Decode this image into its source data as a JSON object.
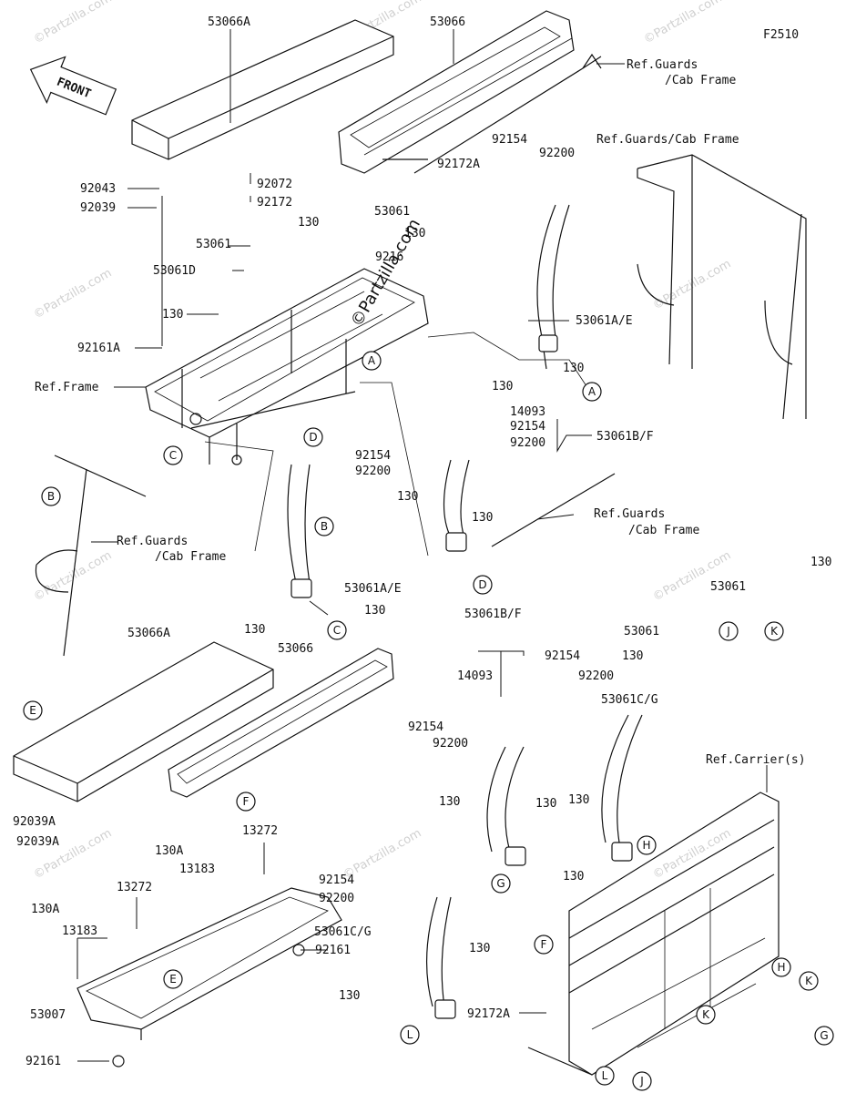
{
  "figure_code": "F2510",
  "front_arrow": "FRONT",
  "watermark": "©Partzilla.com",
  "part_labels": [
    {
      "id": "lbl-53066a-top",
      "text": "53066A"
    },
    {
      "id": "lbl-53066-top",
      "text": "53066"
    },
    {
      "id": "lbl-ref-guards-1a",
      "text": "Ref.Guards"
    },
    {
      "id": "lbl-ref-guards-1b",
      "text": "/Cab Frame"
    },
    {
      "id": "lbl-ref-guards-2",
      "text": "Ref.Guards/Cab Frame"
    },
    {
      "id": "lbl-92154-a",
      "text": "92154"
    },
    {
      "id": "lbl-92200-a",
      "text": "92200"
    },
    {
      "id": "lbl-92172a-a",
      "text": "92172A"
    },
    {
      "id": "lbl-92043",
      "text": "92043"
    },
    {
      "id": "lbl-92039",
      "text": "92039"
    },
    {
      "id": "lbl-92072",
      "text": "92072"
    },
    {
      "id": "lbl-92172",
      "text": "92172"
    },
    {
      "id": "lbl-53061-a",
      "text": "53061"
    },
    {
      "id": "lbl-130-a",
      "text": "130"
    },
    {
      "id": "lbl-130-b",
      "text": "130"
    },
    {
      "id": "lbl-53061-b",
      "text": "53061"
    },
    {
      "id": "lbl-9216x",
      "text": "9216"
    },
    {
      "id": "lbl-53061d",
      "text": "53061D"
    },
    {
      "id": "lbl-130-c",
      "text": "130"
    },
    {
      "id": "lbl-92161a",
      "text": "92161A"
    },
    {
      "id": "lbl-ref-frame",
      "text": "Ref.Frame"
    },
    {
      "id": "lbl-53061ae-a",
      "text": "53061A/E"
    },
    {
      "id": "lbl-130-d",
      "text": "130"
    },
    {
      "id": "lbl-130-e",
      "text": "130"
    },
    {
      "id": "lbl-14093-a",
      "text": "14093"
    },
    {
      "id": "lbl-92154-b",
      "text": "92154"
    },
    {
      "id": "lbl-92200-b",
      "text": "92200"
    },
    {
      "id": "lbl-53061bf-a",
      "text": "53061B/F"
    },
    {
      "id": "lbl-92154-c",
      "text": "92154"
    },
    {
      "id": "lbl-92200-c",
      "text": "92200"
    },
    {
      "id": "lbl-ref-guards-3a",
      "text": "Ref.Guards"
    },
    {
      "id": "lbl-ref-guards-3b",
      "text": "/Cab Frame"
    },
    {
      "id": "lbl-130-f",
      "text": "130"
    },
    {
      "id": "lbl-130-g",
      "text": "130"
    },
    {
      "id": "lbl-ref-guards-4a",
      "text": "Ref.Guards"
    },
    {
      "id": "lbl-ref-guards-4b",
      "text": "/Cab Frame"
    },
    {
      "id": "lbl-53061ae-b",
      "text": "53061A/E"
    },
    {
      "id": "lbl-130-h",
      "text": "130"
    },
    {
      "id": "lbl-130-i",
      "text": "130"
    },
    {
      "id": "lbl-130-j",
      "text": "130"
    },
    {
      "id": "lbl-53061-c",
      "text": "53061"
    },
    {
      "id": "lbl-53061-d",
      "text": "53061"
    },
    {
      "id": "lbl-130-k",
      "text": "130"
    },
    {
      "id": "lbl-53061bf-b",
      "text": "53061B/F"
    },
    {
      "id": "lbl-92154-d",
      "text": "92154"
    },
    {
      "id": "lbl-92200-d",
      "text": "92200"
    },
    {
      "id": "lbl-53061cg-a",
      "text": "53061C/G"
    },
    {
      "id": "lbl-53066a-bot",
      "text": "53066A"
    },
    {
      "id": "lbl-53066-bot",
      "text": "53066"
    },
    {
      "id": "lbl-14093-b",
      "text": "14093"
    },
    {
      "id": "lbl-92154-e",
      "text": "92154"
    },
    {
      "id": "lbl-92200-e",
      "text": "92200"
    },
    {
      "id": "lbl-ref-carrier",
      "text": "Ref.Carrier(s)"
    },
    {
      "id": "lbl-130-l",
      "text": "130"
    },
    {
      "id": "lbl-130-m",
      "text": "130"
    },
    {
      "id": "lbl-130-n",
      "text": "130"
    },
    {
      "id": "lbl-130-o",
      "text": "130"
    },
    {
      "id": "lbl-92039a-a",
      "text": "92039A"
    },
    {
      "id": "lbl-92039a-b",
      "text": "92039A"
    },
    {
      "id": "lbl-130a-a",
      "text": "130A"
    },
    {
      "id": "lbl-13183-a",
      "text": "13183"
    },
    {
      "id": "lbl-13272-a",
      "text": "13272"
    },
    {
      "id": "lbl-13272-b",
      "text": "13272"
    },
    {
      "id": "lbl-130a-b",
      "text": "130A"
    },
    {
      "id": "lbl-13183-b",
      "text": "13183"
    },
    {
      "id": "lbl-92154-f",
      "text": "92154"
    },
    {
      "id": "lbl-92200-f",
      "text": "92200"
    },
    {
      "id": "lbl-53061cg-b",
      "text": "53061C/G"
    },
    {
      "id": "lbl-92161-a",
      "text": "92161"
    },
    {
      "id": "lbl-130-p",
      "text": "130"
    },
    {
      "id": "lbl-130-q",
      "text": "130"
    },
    {
      "id": "lbl-92172a-b",
      "text": "92172A"
    },
    {
      "id": "lbl-53007",
      "text": "53007"
    },
    {
      "id": "lbl-92161-b",
      "text": "92161"
    }
  ],
  "callouts": [
    {
      "id": "co-a1",
      "text": "A"
    },
    {
      "id": "co-a2",
      "text": "A"
    },
    {
      "id": "co-b1",
      "text": "B"
    },
    {
      "id": "co-b2",
      "text": "B"
    },
    {
      "id": "co-c1",
      "text": "C"
    },
    {
      "id": "co-c2",
      "text": "C"
    },
    {
      "id": "co-d1",
      "text": "D"
    },
    {
      "id": "co-d2",
      "text": "D"
    },
    {
      "id": "co-e1",
      "text": "E"
    },
    {
      "id": "co-e2",
      "text": "E"
    },
    {
      "id": "co-f1",
      "text": "F"
    },
    {
      "id": "co-f2",
      "text": "F"
    },
    {
      "id": "co-g1",
      "text": "G"
    },
    {
      "id": "co-g2",
      "text": "G"
    },
    {
      "id": "co-h1",
      "text": "H"
    },
    {
      "id": "co-h2",
      "text": "H"
    },
    {
      "id": "co-j1",
      "text": "J"
    },
    {
      "id": "co-j2",
      "text": "J"
    },
    {
      "id": "co-k1",
      "text": "K"
    },
    {
      "id": "co-k2",
      "text": "K"
    },
    {
      "id": "co-k3",
      "text": "K"
    },
    {
      "id": "co-l1",
      "text": "L"
    },
    {
      "id": "co-l2",
      "text": "L"
    }
  ]
}
